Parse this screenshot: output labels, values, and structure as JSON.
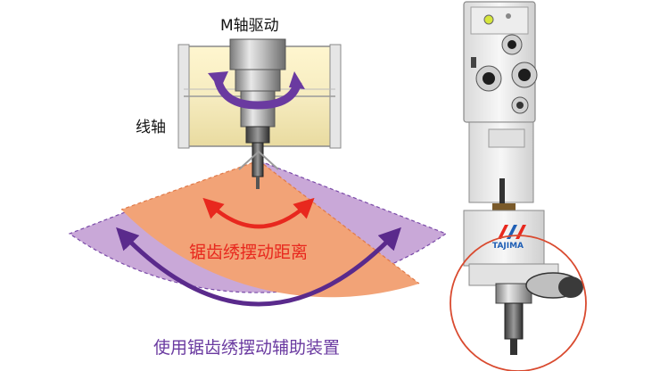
{
  "labels": {
    "m_axis_drive": "M轴驱动",
    "line_axis": "线轴",
    "zigzag_distance": "锯齿绣摆动距离",
    "assist_device": "使用锯齿绣摆动辅助装置"
  },
  "brand": {
    "text": "TAJIMA",
    "color": "#1f5fb5",
    "stripe_colors": [
      "#e8281e",
      "#1f5fb5"
    ]
  },
  "colors": {
    "outer_fan": "#c9a8d8",
    "inner_fan": "#f2a377",
    "purple_arrow": "#5a2a8c",
    "red_arrow": "#e8281e",
    "red_circle": "#d94a2f",
    "frame_yellow": "#f5edc4"
  }
}
